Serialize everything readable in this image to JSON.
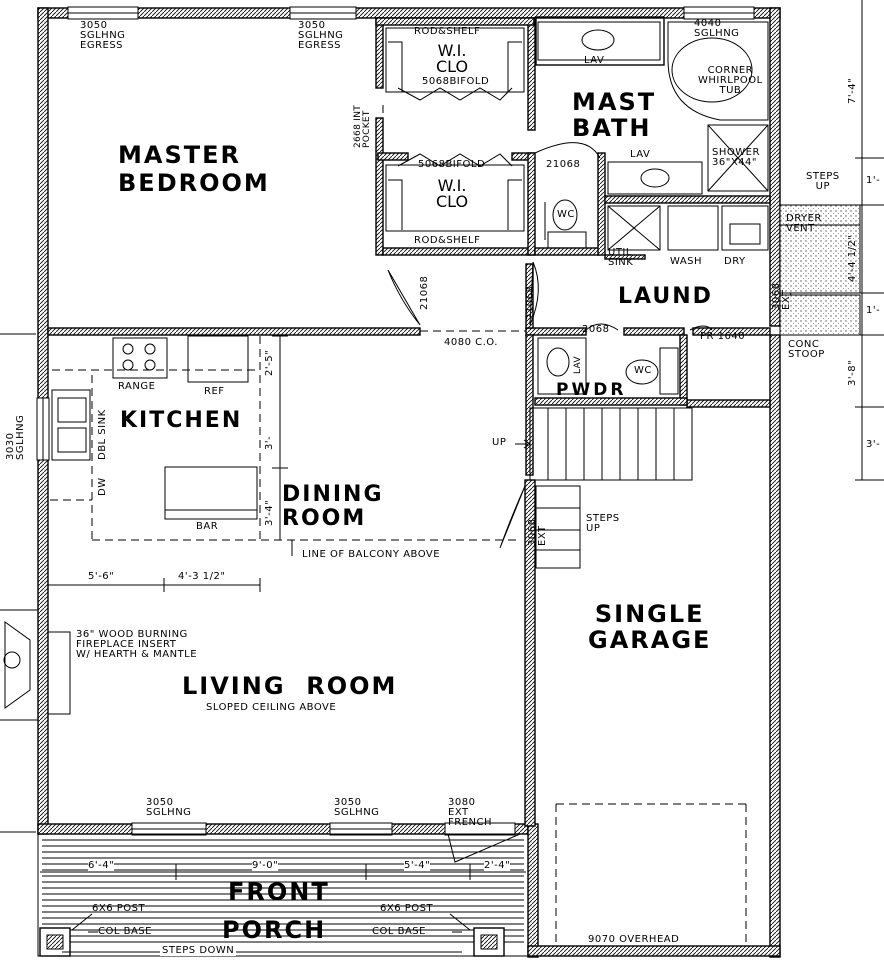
{
  "rooms": {
    "master_bedroom": [
      "MASTER",
      "BEDROOM"
    ],
    "mast_bath": [
      "MAST",
      "BATH"
    ],
    "wi_clo_top": "W.I.\nCLO",
    "wi_clo_bottom": "W.I.\nCLO",
    "laund": "LAUND",
    "kitchen": "KITCHEN",
    "dining": [
      "DINING",
      "ROOM"
    ],
    "pwdr": "PWDR",
    "living": "LIVING  ROOM",
    "living_sub": "SLOPED CEILING ABOVE",
    "garage": [
      "SINGLE",
      "GARAGE"
    ],
    "porch_front": "FRONT",
    "porch_label": "PORCH"
  },
  "windows": {
    "w1": [
      "3050",
      "SGLHNG",
      "EGRESS"
    ],
    "w2": [
      "3050",
      "SGLHNG",
      "EGRESS"
    ],
    "w3": [
      "4040",
      "SGLHNG"
    ],
    "w4": [
      "3030",
      "SGLHNG"
    ],
    "w5": [
      "3050",
      "SGLHNG"
    ],
    "w6": [
      "3050",
      "SGLHNG"
    ],
    "w7": [
      "3080",
      "EXT",
      "FRENCH"
    ]
  },
  "fixtures": {
    "rod_shelf_top": "ROD&SHELF",
    "rod_shelf_bottom": "ROD&SHELF",
    "bifold_top": "5068BIFOLD",
    "bifold_bottom": "5068BIFOLD",
    "door_21068_a": "21068",
    "door_21068_b": "21068",
    "door_21068_c": "21068",
    "door_2668": [
      "2668 INT",
      "POCKET"
    ],
    "lav1": "LAV",
    "lav2": "LAV",
    "lav3": "LAV",
    "tub": [
      "CORNER",
      "WHIRLPOOL",
      "TUB"
    ],
    "shower": [
      "SHOWER",
      "36\"X44\""
    ],
    "wc1": "WC",
    "wc2": "WC",
    "util_sink": [
      "UTIL",
      "SINK"
    ],
    "wash": "WASH",
    "dry": "DRY",
    "dryer_vent": [
      "DRYER",
      "VENT"
    ],
    "door_3068_ext": [
      "3068",
      "EXT"
    ],
    "door_2068": "2068",
    "door_pr1640": "PR 1640",
    "steps_up_1": [
      "STEPS",
      "UP"
    ],
    "conc_stoop": [
      "CONC",
      "STOOP"
    ],
    "co_4080": "4080 C.O.",
    "range": "RANGE",
    "ref": "REF",
    "dbl_sink": "DBL SINK",
    "dw": "DW",
    "bar": "BAR",
    "up": "UP",
    "door_3068_ext2": [
      "3068",
      "EXT"
    ],
    "steps_up_2": [
      "STEPS",
      "UP"
    ],
    "balcony": "LINE OF BALCONY ABOVE",
    "fireplace": [
      "36\" WOOD BURNING",
      "FIREPLACE INSERT",
      "W/ HEARTH & MANTLE"
    ],
    "overhead": "9070 OVERHEAD",
    "post_left": "6X6 POST",
    "post_right": "6X6 POST",
    "col_base_left": "COL BASE",
    "col_base_right": "COL BASE",
    "steps_down": "STEPS DOWN"
  },
  "dimensions": {
    "d_7_4": "7'-4\"",
    "d_1a": "1'-",
    "d_4_4": "4'-4 1/2\"",
    "d_1b": "1'-",
    "d_3_8": "3'-8\"",
    "d_3": "3'-",
    "d_2_5": "2'-5\"",
    "d_3_1": "3'-",
    "d_3_4": "3'-4\"",
    "d_5_6": "5'-6\"",
    "d_4_3": "4'-3 1/2\"",
    "p_6_4": "6'-4\"",
    "p_9_0": "9'-0\"",
    "p_5_4": "5'-4\"",
    "p_2_4": "2'-4\""
  }
}
